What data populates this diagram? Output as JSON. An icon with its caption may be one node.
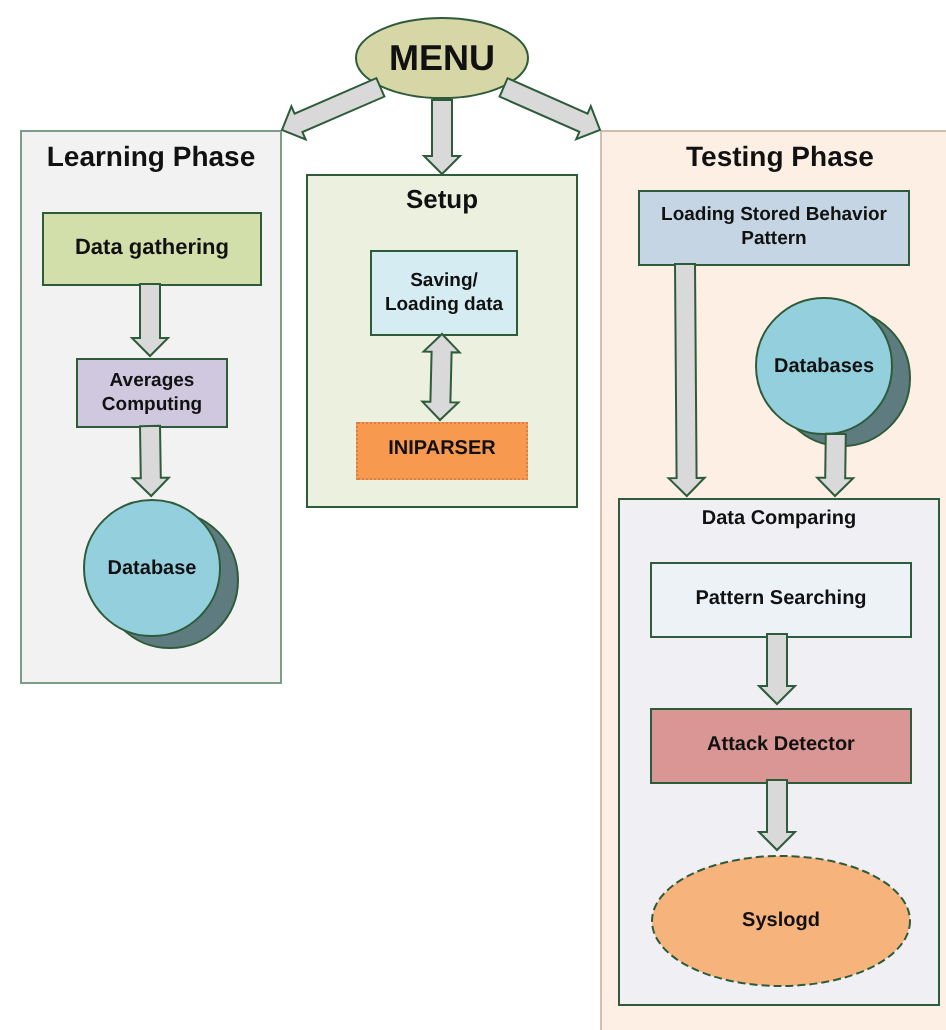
{
  "diagram": {
    "nodes": [
      {
        "text": [
          "MENU"
        ]
      },
      {
        "text": [
          "Learning Phase"
        ]
      },
      {
        "text": [
          "Data gathering"
        ],
        "in": 1
      },
      {
        "text": [
          "Averages Computing"
        ],
        "in": 1
      },
      {
        "text": [
          "Database"
        ],
        "in": 1
      },
      {
        "text": [
          "Setup"
        ]
      },
      {
        "text": [
          "Saving/ Loading data"
        ],
        "in": 5
      },
      {
        "text": [
          "INIPARSER"
        ],
        "in": 5
      },
      {
        "text": [
          "Testing Phase"
        ]
      },
      {
        "text": [
          "Loading Stored Behavior Pattern"
        ],
        "in": 8
      },
      {
        "text": [
          "Databases"
        ],
        "in": 8
      },
      {
        "text": [
          "Data Comparing"
        ],
        "in": 8
      },
      {
        "text": [
          "Pattern Searching"
        ],
        "in": 11
      },
      {
        "text": [
          "Attack Detector"
        ],
        "in": 11
      },
      {
        "text": [
          "Syslogd"
        ],
        "in": 11
      }
    ],
    "edges": [
      {
        "from": 0,
        "to": 1,
        "arrow": "to"
      },
      {
        "from": 0,
        "to": 5,
        "arrow": "to"
      },
      {
        "from": 0,
        "to": 8,
        "arrow": "to"
      },
      {
        "from": 2,
        "to": 3,
        "arrow": "to"
      },
      {
        "from": 3,
        "to": 4,
        "arrow": "to"
      },
      {
        "from": 6,
        "to": 7,
        "arrow": "both"
      },
      {
        "from": 9,
        "to": 11,
        "arrow": "to"
      },
      {
        "from": 10,
        "to": 11,
        "arrow": "to"
      },
      {
        "from": 12,
        "to": 13,
        "arrow": "to"
      },
      {
        "from": 13,
        "to": 14,
        "arrow": "to"
      }
    ]
  }
}
